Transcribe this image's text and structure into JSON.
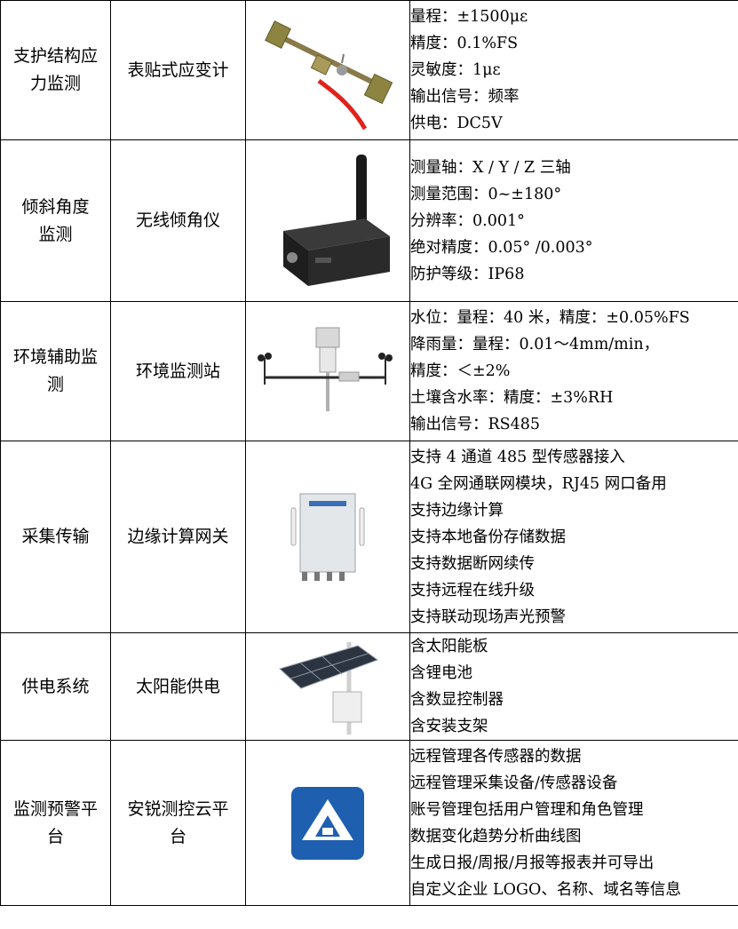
{
  "rows": [
    {
      "category": "支护结构应力监测",
      "device": "表贴式应变计",
      "image": "strain-gauge",
      "specs": [
        "量程：±1500με",
        "精度：0.1%FS",
        "灵敏度：1με",
        "输出信号：频率",
        "供电：DC5V"
      ]
    },
    {
      "category": "倾斜角度监测",
      "device": "无线倾角仪",
      "image": "wireless-inclinometer",
      "specs": [
        "测量轴：X / Y / Z 三轴",
        "测量范围：0~±180°",
        "分辨率：0.001°",
        "绝对精度：0.05° /0.003°",
        "防护等级：IP68"
      ]
    },
    {
      "category": "环境辅助监测",
      "device": "环境监测站",
      "image": "weather-station",
      "specs": [
        "水位：量程：40 米，精度：±0.05%FS",
        "降雨量：量程：0.01～4mm/min，",
        "精度：＜±2%",
        "土壤含水率：精度：±3%RH",
        "输出信号：RS485"
      ]
    },
    {
      "category": "采集传输",
      "device": "边缘计算网关",
      "image": "edge-gateway",
      "specs": [
        "支持 4 通道 485 型传感器接入",
        "4G 全网通联网模块，RJ45 网口备用",
        "支持边缘计算",
        "支持本地备份存储数据",
        "支持数据断网续传",
        "支持远程在线升级",
        "支持联动现场声光预警"
      ]
    },
    {
      "category": "供电系统",
      "device": "太阳能供电",
      "image": "solar-panel",
      "specs": [
        "含太阳能板",
        "含锂电池",
        "含数显控制器",
        "含安装支架"
      ]
    },
    {
      "category": "监测预警平台",
      "device": "安锐测控云平台",
      "image": "cloud-platform-logo",
      "specs": [
        "远程管理各传感器的数据",
        "远程管理采集设备/传感器设备",
        "账号管理包括用户管理和角色管理",
        "数据变化趋势分析曲线图",
        "生成日报/周报/月报等报表并可导出",
        "自定义企业 LOGO、名称、域名等信息"
      ]
    }
  ],
  "colors": {
    "border": "#000000",
    "logo_bg": "#1e5fb0",
    "cable": "#e0221b"
  }
}
